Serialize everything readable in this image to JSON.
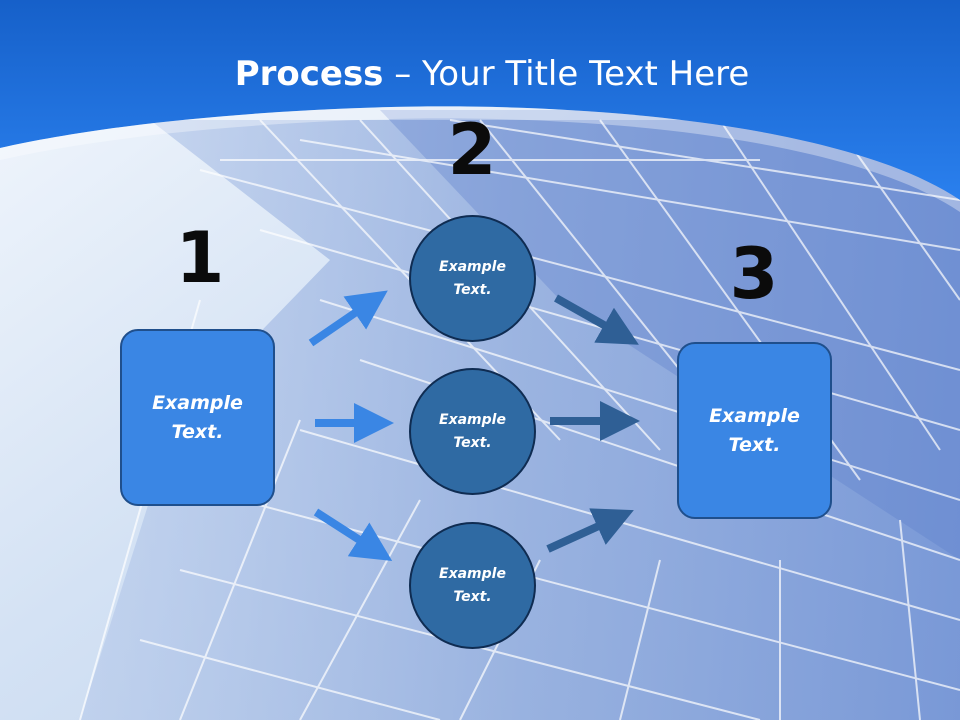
{
  "title": {
    "bold": "Process",
    "rest": " – Your Title Text Here"
  },
  "steps": {
    "one": "1",
    "two": "2",
    "three": "3"
  },
  "boxes": {
    "left": "Example\nText.",
    "right": "Example\nText."
  },
  "circles": {
    "top": "Example\nText.",
    "middle": "Example\nText.",
    "bottom": "Example\nText."
  },
  "colors": {
    "header_blue": "#1f6fd8",
    "box_blue": "#3a86e4",
    "circle_blue": "#2f6aa3",
    "arrow_light": "#3a86e4",
    "arrow_dark": "#2f5f95"
  }
}
